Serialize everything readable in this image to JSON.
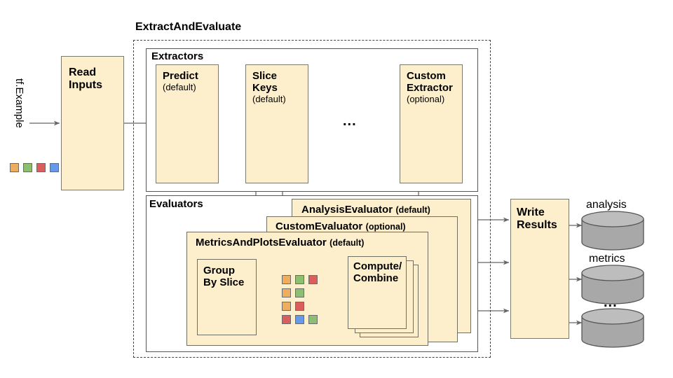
{
  "diagram": {
    "title_group": "ExtractAndEvaluate",
    "input_label": "tf.Example",
    "input_chips": [
      "#F0AD5E",
      "#8CBF72",
      "#DD5C5C",
      "#6699E8"
    ],
    "read_inputs": {
      "line1": "Read",
      "line2": "Inputs"
    },
    "extractors": {
      "panel_label": "Extractors",
      "boxes": [
        {
          "title": "Predict",
          "subtitle": "(default)",
          "icon": "graph-nodes-icon"
        },
        {
          "title_line1": "Slice",
          "title_line2": "Keys",
          "subtitle": "(default)"
        },
        {
          "title_line1": "Custom",
          "title_line2": "Extractor",
          "subtitle": "(optional)"
        }
      ],
      "ellipsis": "..."
    },
    "evaluators": {
      "panel_label": "Evaluators",
      "analysis": {
        "name": "AnalysisEvaluator",
        "tag": "(default)"
      },
      "custom": {
        "name": "CustomEvaluator",
        "tag": "(optional)"
      },
      "metrics": {
        "name": "MetricsAndPlotsEvaluator",
        "tag": "(default)"
      },
      "group_by_slice": {
        "line1": "Group",
        "line2": "By Slice"
      },
      "compute_combine": {
        "line1": "Compute/",
        "line2": "Combine",
        "icon": "graph-nodes-icon"
      },
      "slice_chip_rows": [
        [
          "#F0AD5E",
          "#8CBF72",
          "#DD5C5C"
        ],
        [
          "#F0AD5E",
          "#8CBF72"
        ],
        [
          "#F0AD5E",
          "#DD5C5C"
        ],
        [
          "#DD5C5C",
          "#6699E8",
          "#8CBF72"
        ]
      ]
    },
    "write_results": {
      "line1": "Write",
      "line2": "Results"
    },
    "outputs": [
      {
        "label": "analysis",
        "icon": "database-cylinder-icon"
      },
      {
        "label": "metrics",
        "icon": "database-cylinder-icon"
      },
      {
        "label": "...",
        "icon": "database-cylinder-icon"
      }
    ],
    "colors": {
      "box_fill": "#FDEFCC",
      "box_stroke": "#7a7a6a",
      "arrow": "#666666",
      "cylinder_fill": "#A8A8A8",
      "cylinder_top": "#BDBDBD",
      "cylinder_stroke": "#555555"
    }
  }
}
